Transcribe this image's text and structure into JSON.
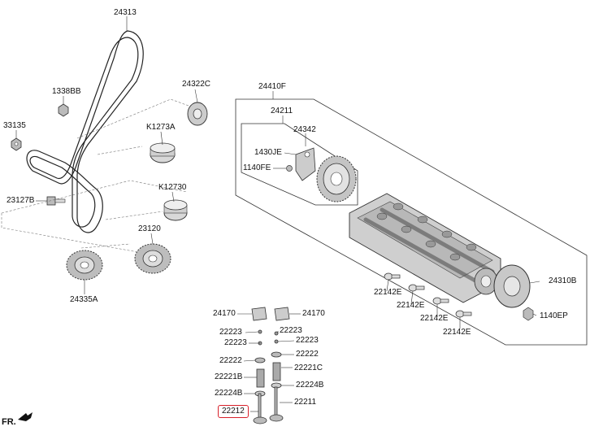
{
  "diagram": {
    "direction_label": "FR.",
    "highlighted_part": "22212",
    "parts": {
      "timing_belt": "24313",
      "bolt_1338bb": "1338BB",
      "nut_33135": "33135",
      "idler_24322c": "24322C",
      "idler_k1273a": "K1273A",
      "bolt_23127b": "23127B",
      "idler_k12730": "K12730",
      "crank_sprocket_23120": "23120",
      "sprocket_24335a": "24335A",
      "camshaft_assy": "24410F",
      "phaser_assy": "24211",
      "phaser_part": "24342",
      "bolt_1430je": "1430JE",
      "bolt_1140fe": "1140FE",
      "cam_sprocket_24310b": "24310B",
      "bolt_1140ep": "1140EP",
      "clip_a": "22142E",
      "clip_b": "22142E",
      "clip_c": "22142E",
      "clip_d": "22142E",
      "rocker_left": "24170",
      "rocker_right": "24170",
      "keeper_left": "22223",
      "keeper_right": "22223",
      "keeper_left2": "22223",
      "keeper_right2": "22223",
      "retainer_left": "22222",
      "retainer_right": "22222",
      "spring_left": "22221B",
      "spring_right": "22221C",
      "seat_left": "22224B",
      "seat_right": "22224B",
      "valve_left": "22212",
      "valve_right": "22211"
    }
  }
}
